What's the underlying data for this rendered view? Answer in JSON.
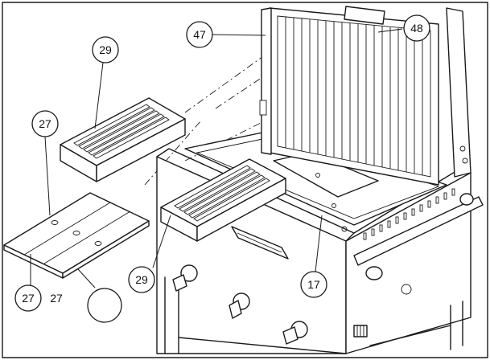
{
  "diagram": {
    "callouts": {
      "c47": "47",
      "c48": "48",
      "c29_top": "29",
      "c27_top": "27",
      "c29_bottom": "29",
      "c17": "17",
      "c27_bottom": "27",
      "c_blank": ""
    },
    "labels": {
      "label_27_free": "27"
    },
    "colors": {
      "ink": "#1a1a1a",
      "paper": "#ffffff"
    }
  }
}
